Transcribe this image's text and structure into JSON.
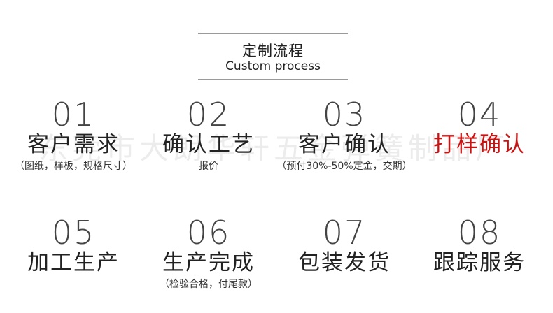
{
  "header": {
    "title_cn": "定制流程",
    "title_en": "Custom process"
  },
  "watermark": "东莞市大朗华轩五金弹簧制品厂",
  "steps": [
    {
      "num": "01",
      "label": "客户需求",
      "note": "（图纸，样板，规格尺寸）",
      "highlight": false
    },
    {
      "num": "02",
      "label": "确认工艺",
      "note": "报价",
      "highlight": false
    },
    {
      "num": "03",
      "label": "客户确认",
      "note": "（预付30%-50%定金，交期）",
      "highlight": false
    },
    {
      "num": "04",
      "label": "打样确认",
      "note": "",
      "highlight": true
    },
    {
      "num": "05",
      "label": "加工生产",
      "note": "",
      "highlight": false
    },
    {
      "num": "06",
      "label": "生产完成",
      "note": "（检验合格，付尾款）",
      "highlight": false
    },
    {
      "num": "07",
      "label": "包装发货",
      "note": "",
      "highlight": false
    },
    {
      "num": "08",
      "label": "跟踪服务",
      "note": "",
      "highlight": false
    }
  ],
  "colors": {
    "highlight": "#cc1111",
    "text": "#222222",
    "rule": "#9a9a9a"
  }
}
